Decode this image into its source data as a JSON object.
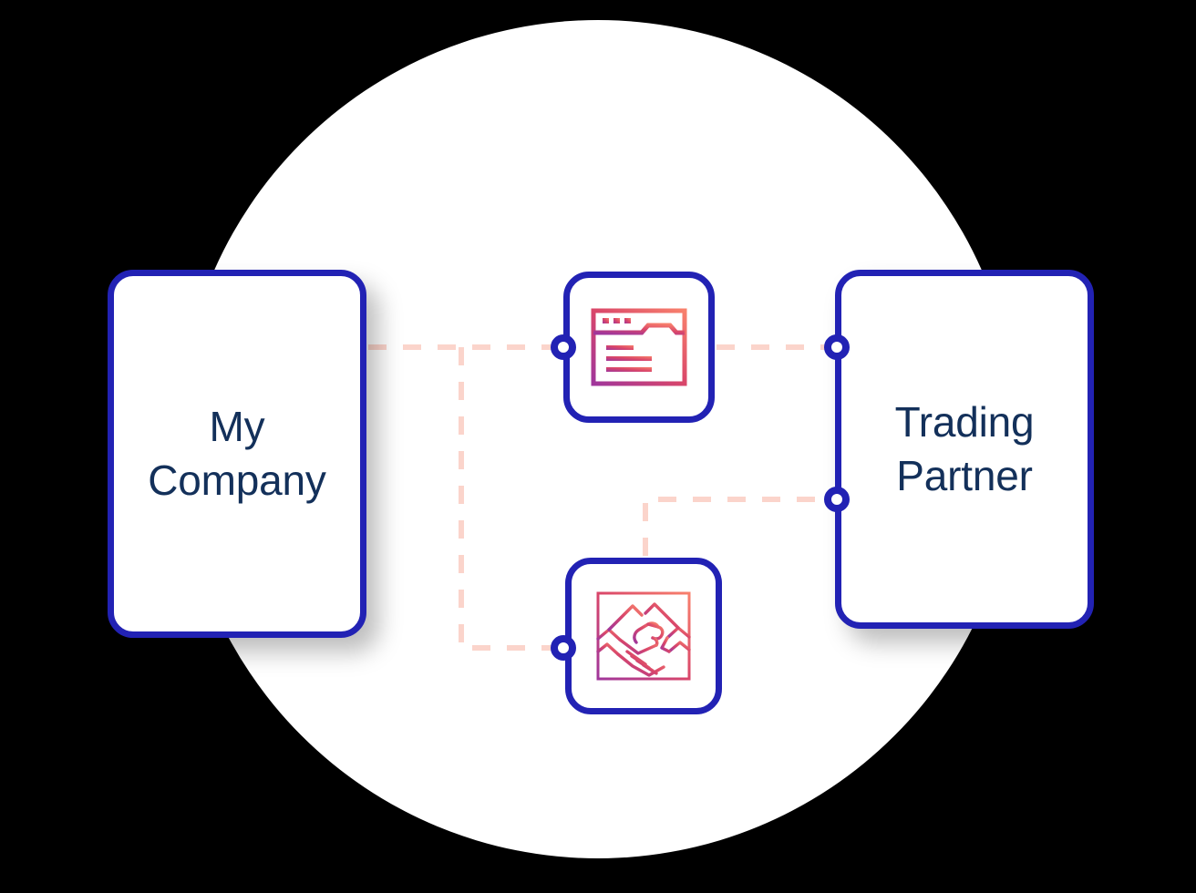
{
  "diagram": {
    "title": "My Company to Trading Partner connection diagram",
    "background_shape": "white-circle",
    "colors": {
      "node_blue": "#2222b4",
      "card_border": "#2222b4",
      "label_navy": "#13305a",
      "dashed_line": "#fbd4cb",
      "icon_gradient_start": "#a0369b",
      "icon_gradient_mid": "#d9466a",
      "icon_gradient_end": "#f8806c",
      "canvas": "#000000",
      "surface": "#ffffff"
    }
  },
  "cards": [
    {
      "id": "my-company",
      "label": "My\nCompany",
      "label_line1": "My",
      "label_line2": "Company"
    },
    {
      "id": "trading-partner",
      "label": "Trading\nPartner",
      "label_line1": "Trading",
      "label_line2": "Partner"
    }
  ],
  "icon_tiles": [
    {
      "id": "document",
      "icon": "document-window-icon",
      "description": "browser window with three dots and text lines"
    },
    {
      "id": "handshake",
      "icon": "handshake-icon",
      "description": "two hands shaking inside a square frame"
    }
  ],
  "connectors": [
    {
      "id": "my-company-to-document",
      "style": "dashed",
      "from": "my-company",
      "to": "document"
    },
    {
      "id": "my-company-to-handshake",
      "style": "dashed",
      "from": "my-company",
      "to": "handshake"
    },
    {
      "id": "document-to-trading-partner",
      "style": "dashed",
      "from": "document",
      "to": "trading-partner"
    },
    {
      "id": "handshake-to-trading-partner",
      "style": "dashed",
      "from": "handshake",
      "to": "trading-partner"
    }
  ],
  "nodes": [
    {
      "id": "node-document-left",
      "attached_to": "document"
    },
    {
      "id": "node-handshake-left",
      "attached_to": "handshake"
    },
    {
      "id": "node-trading-partner-top",
      "attached_to": "trading-partner"
    },
    {
      "id": "node-trading-partner-bottom",
      "attached_to": "trading-partner"
    }
  ]
}
